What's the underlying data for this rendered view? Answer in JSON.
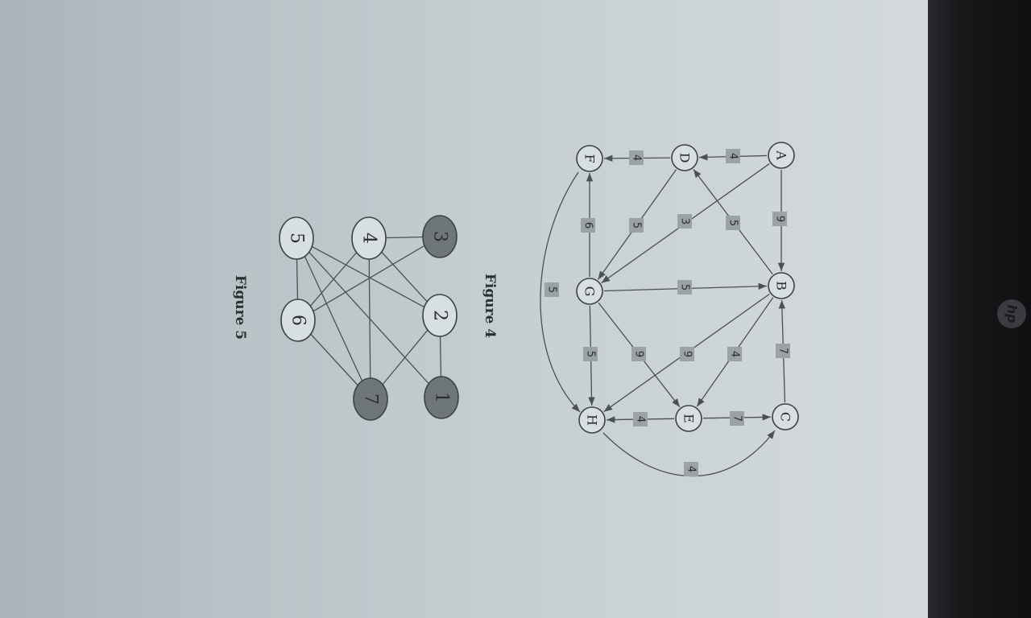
{
  "figure4": {
    "caption": "Figure 4",
    "nodes": [
      {
        "id": "A",
        "label": "A"
      },
      {
        "id": "B",
        "label": "B"
      },
      {
        "id": "C",
        "label": "C"
      },
      {
        "id": "D",
        "label": "D"
      },
      {
        "id": "E",
        "label": "E"
      },
      {
        "id": "F",
        "label": "F"
      },
      {
        "id": "G",
        "label": "G"
      },
      {
        "id": "H",
        "label": "H"
      }
    ],
    "edges": [
      {
        "from": "A",
        "to": "D",
        "weight": "4"
      },
      {
        "from": "A",
        "to": "B",
        "weight": "9"
      },
      {
        "from": "A",
        "to": "G",
        "weight": "3"
      },
      {
        "from": "B",
        "to": "D",
        "weight": "5"
      },
      {
        "from": "C",
        "to": "B",
        "weight": "7"
      },
      {
        "from": "D",
        "to": "F",
        "weight": "4"
      },
      {
        "from": "D",
        "to": "G",
        "weight": "5"
      },
      {
        "from": "G",
        "to": "B",
        "weight": "5"
      },
      {
        "from": "G",
        "to": "F",
        "weight": "6"
      },
      {
        "from": "G",
        "to": "E",
        "weight": "9"
      },
      {
        "from": "B",
        "to": "E",
        "weight": "4"
      },
      {
        "from": "B",
        "to": "H",
        "weight": "9"
      },
      {
        "from": "G",
        "to": "H",
        "weight": "5"
      },
      {
        "from": "E",
        "to": "C",
        "weight": "7"
      },
      {
        "from": "E",
        "to": "H",
        "weight": "4"
      },
      {
        "from": "F",
        "to": "H",
        "weight": "5"
      },
      {
        "from": "H",
        "to": "C",
        "weight": "4"
      }
    ]
  },
  "figure5": {
    "caption": "Figure 5",
    "nodes": [
      {
        "id": "1",
        "label": "1",
        "shaded": true
      },
      {
        "id": "2",
        "label": "2",
        "shaded": false
      },
      {
        "id": "3",
        "label": "3",
        "shaded": true
      },
      {
        "id": "4",
        "label": "4",
        "shaded": false
      },
      {
        "id": "5",
        "label": "5",
        "shaded": false
      },
      {
        "id": "6",
        "label": "6",
        "shaded": false
      },
      {
        "id": "7",
        "label": "7",
        "shaded": true
      }
    ],
    "edges": [
      [
        "3",
        "4"
      ],
      [
        "3",
        "6"
      ],
      [
        "4",
        "2"
      ],
      [
        "4",
        "6"
      ],
      [
        "4",
        "7"
      ],
      [
        "2",
        "1"
      ],
      [
        "2",
        "7"
      ],
      [
        "2",
        "5"
      ],
      [
        "5",
        "6"
      ],
      [
        "5",
        "1"
      ],
      [
        "5",
        "7"
      ],
      [
        "6",
        "7"
      ]
    ]
  },
  "brand": {
    "logo": "hp"
  }
}
